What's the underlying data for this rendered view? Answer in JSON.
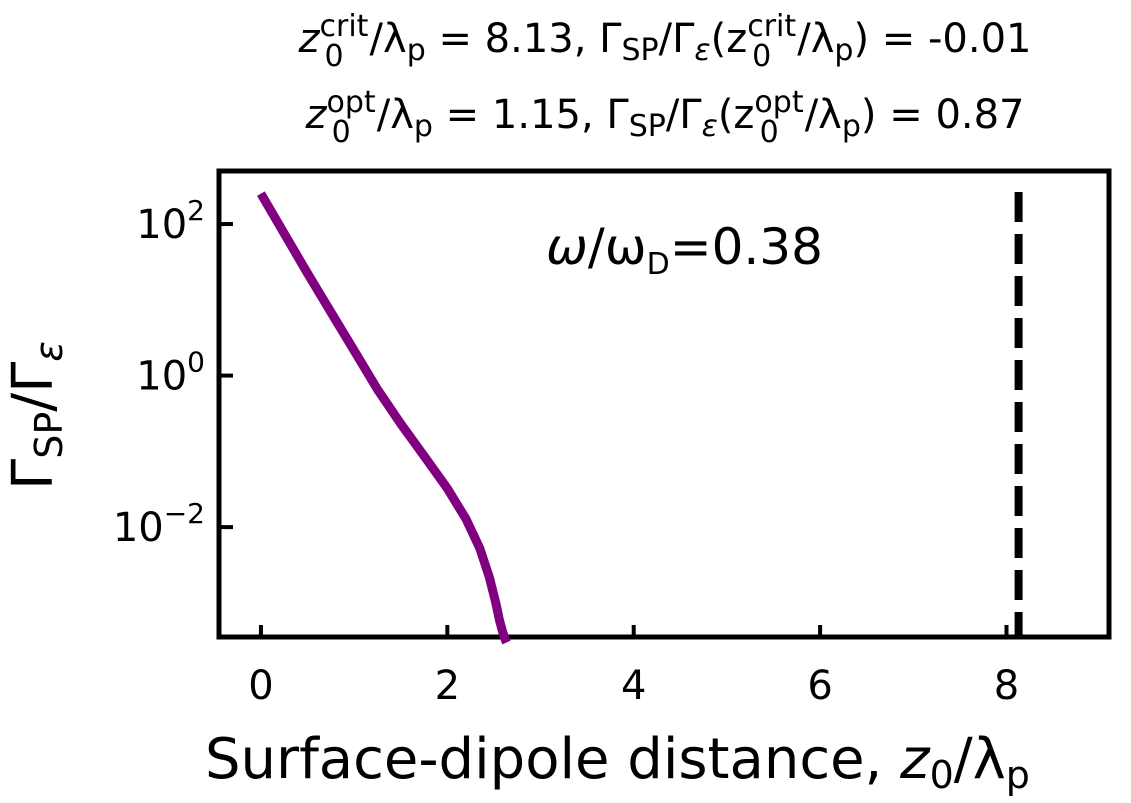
{
  "chart_data": {
    "type": "line",
    "title_lines": [
      {
        "z": "z",
        "sub": "0",
        "sup": "crit",
        "mid": "/λ",
        "lp": "p",
        "eq": " = 8.13, Γ",
        "sp": "SP",
        "gamma": "/Γ",
        "eps": "ε",
        "paren_open": "(z",
        "sub2": "0",
        "sup2": "crit",
        "mid2": "/λ",
        "lp2": "p",
        "close": ") = -0.01"
      },
      {
        "z": "z",
        "sub": "0",
        "sup": "opt",
        "mid": "/λ",
        "lp": "p",
        "eq": " = 1.15, Γ",
        "sp": "SP",
        "gamma": "/Γ",
        "eps": "ε",
        "paren_open": "(z",
        "sub2": "0",
        "sup2": "opt",
        "mid2": "/λ",
        "lp2": "p",
        "close": ") = 0.87"
      }
    ],
    "annotation": {
      "omega": "ω",
      "slash": "/ω",
      "sub": "D",
      "value": "=0.38"
    },
    "xlabel": {
      "text": "Surface-dipole distance, ",
      "z": "z",
      "sub": "0",
      "slash": "/λ",
      "lp": "p"
    },
    "ylabel": {
      "gamma1": "Γ",
      "sub1": "SP",
      "gamma2": "/Γ",
      "sub2": "ε"
    },
    "x_ticks": [
      "0",
      "2",
      "4",
      "6",
      "8"
    ],
    "y_ticks": [
      {
        "base": "10",
        "exp": "2"
      },
      {
        "base": "10",
        "exp": "0"
      },
      {
        "base": "10",
        "exp": "−2"
      }
    ],
    "xlim": [
      -0.45,
      9.1
    ],
    "ylim_log10": [
      -3.45,
      2.7
    ],
    "y_scale": "log",
    "line_color": "#800080",
    "critical_line": {
      "x": 8.13,
      "style": "dashed",
      "color": "#000000"
    },
    "series": [
      {
        "x": [
          0.0,
          0.25,
          0.5,
          0.75,
          1.0,
          1.25,
          1.5,
          1.75,
          2.0,
          2.2,
          2.35,
          2.45,
          2.52,
          2.56,
          2.59,
          2.62,
          2.635
        ],
        "y": [
          252,
          75,
          22.4,
          6.9,
          2.14,
          0.66,
          0.232,
          0.087,
          0.0324,
          0.0128,
          0.0052,
          0.00219,
          0.001,
          0.00059,
          0.00043,
          0.00033,
          0.0003
        ]
      }
    ]
  }
}
